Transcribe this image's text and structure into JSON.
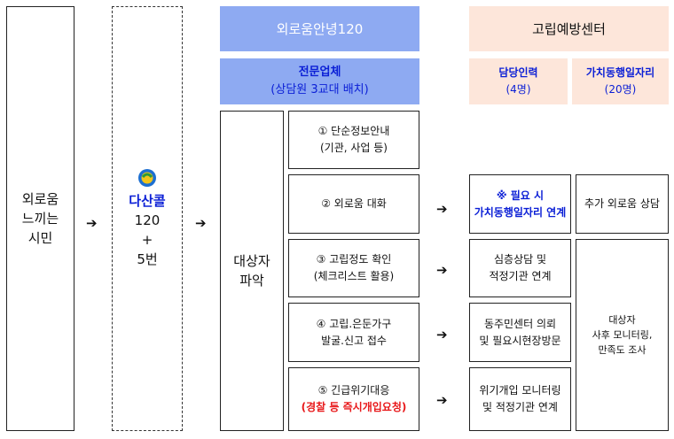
{
  "citizen": {
    "line1": "외로움",
    "line2": "느끼는",
    "line3": "시민"
  },
  "dasan": {
    "name": "다산콜",
    "line1": "120",
    "line2": "+",
    "line3": "5번"
  },
  "hello": {
    "title": "외로움안녕120",
    "sub_title": "전문업체",
    "sub_detail": "(상담원 3교대 배치)"
  },
  "target": {
    "line1": "대상자",
    "line2": "파악"
  },
  "steps": [
    {
      "line1": "① 단순정보안내",
      "line2": "(기관, 사업 등)"
    },
    {
      "line1": "② 외로움 대화",
      "line2": ""
    },
    {
      "line1": "③ 고립정도 확인",
      "line2": "(체크리스트 활용)"
    },
    {
      "line1": "④ 고립.은둔가구",
      "line2": "발굴.신고 접수"
    },
    {
      "line1": "⑤ 긴급위기대응",
      "line2": "(경찰 등 즉시개입요청)"
    }
  ],
  "center": {
    "title": "고립예방센터",
    "staff_label": "담당인력",
    "staff_count": "(4명)",
    "jobs_label": "가치동행일자리",
    "jobs_count": "(20명)",
    "staff_tasks": [
      {
        "line1": "※ 필요 시",
        "line2": "가치동행일자리 연계"
      },
      {
        "line1": "심층상담 및",
        "line2": "적정기관 연계"
      },
      {
        "line1": "동주민센터 의뢰",
        "line2": "및 필요시현장방문"
      },
      {
        "line1": "위기개입 모니터링",
        "line2": "및 적정기관 연계"
      }
    ],
    "jobs_task1": "추가 외로움 상담",
    "jobs_task2": {
      "line1": "대상자",
      "line2": "사후 모니터링,",
      "line3": "만족도 조사"
    }
  },
  "arrow_symbol": "➔",
  "colors": {
    "blue_fill": "#8eaaf2",
    "peach_fill": "#fde6da",
    "navy_text": "#0b1fd6",
    "red_text": "#e8191b"
  },
  "icons": [
    "dasan-call-logo-icon"
  ]
}
